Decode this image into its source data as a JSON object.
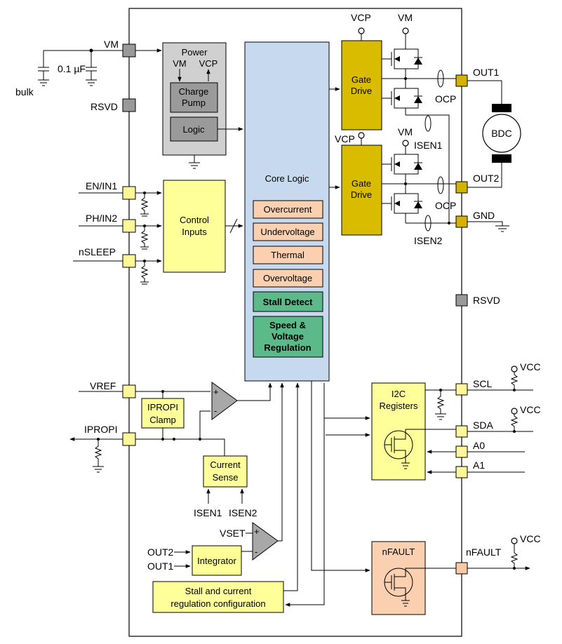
{
  "pins_left": {
    "vm": "VM",
    "rsvd": "RSVD",
    "en_in1": "EN/IN1",
    "ph_in2": "PH/IN2",
    "nsleep": "nSLEEP",
    "vref": "VREF",
    "ipropi": "IPROPI"
  },
  "pins_right": {
    "out1": "OUT1",
    "out2": "OUT2",
    "gnd": "GND",
    "rsvd": "RSVD",
    "scl": "SCL",
    "sda": "SDA",
    "a0": "A0",
    "a1": "A1",
    "nfault": "nFAULT"
  },
  "external": {
    "cap_value": "0.1 µF",
    "bulk": "bulk",
    "vcp": "VCP",
    "vm": "VM",
    "ocp": "OCP",
    "isen1": "ISEN1",
    "isen2": "ISEN2",
    "motor": "BDC",
    "vcc": "VCC"
  },
  "blocks": {
    "power_title": "Power",
    "power_vm": "VM",
    "power_vcp": "VCP",
    "charge_pump_l1": "Charge",
    "charge_pump_l2": "Pump",
    "logic": "Logic",
    "control_l1": "Control",
    "control_l2": "Inputs",
    "core_logic": "Core Logic",
    "overcurrent": "Overcurrent",
    "undervoltage": "Undervoltage",
    "thermal": "Thermal",
    "overvoltage": "Overvoltage",
    "stall_detect": "Stall Detect",
    "speed_l1": "Speed &",
    "speed_l2": "Voltage",
    "speed_l3": "Regulation",
    "gate_drive_l1": "Gate",
    "gate_drive_l2": "Drive",
    "ipropi_clamp_l1": "IPROPI",
    "ipropi_clamp_l2": "Clamp",
    "current_sense_l1": "Current",
    "current_sense_l2": "Sense",
    "isen1": "ISEN1",
    "isen2": "ISEN2",
    "vset": "VSET",
    "integrator": "Integrator",
    "int_out2": "OUT2",
    "int_out1": "OUT1",
    "stall_cfg_l1": "Stall and current",
    "stall_cfg_l2": "regulation configuration",
    "i2c_l1": "I2C",
    "i2c_l2": "Registers",
    "nfault": "nFAULT"
  },
  "colors": {
    "pin_yellow": "#fff799",
    "block_yellow": "#ffff99",
    "gate_drive_gold": "#d9bc00",
    "core_logic_blue": "#c6d9ee",
    "fault_salmon": "#fbd0b0",
    "feature_green": "#5cba8a"
  }
}
